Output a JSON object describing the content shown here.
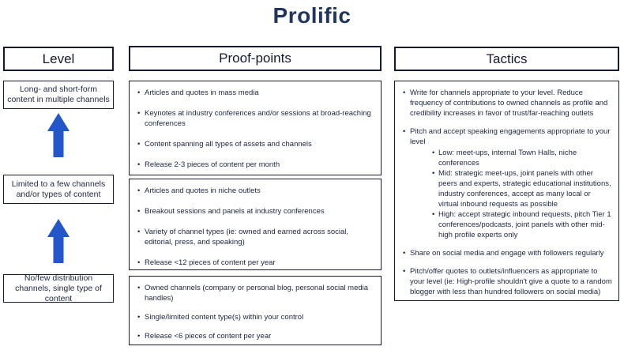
{
  "title": "Prolific",
  "colors": {
    "title_navy": "#20365f",
    "arrow_blue": "#2356c8",
    "border_dark": "#141b2d",
    "text_dark": "#1c2640"
  },
  "columns": {
    "level": {
      "header": "Level",
      "boxes": [
        "Long- and short-form content in multiple channels",
        "Limited to a few channels and/or types of content",
        "No/few distribution channels, single type of content"
      ]
    },
    "proof_points": {
      "header": "Proof-points",
      "boxes": [
        {
          "bullets": [
            "Articles and quotes in mass media",
            "Keynotes at industry conferences and/or sessions at broad-reaching conferences",
            "Content spanning all types of assets and channels",
            "Release 2-3 pieces of content per month"
          ]
        },
        {
          "bullets": [
            "Articles and quotes in niche outlets",
            "Breakout sessions and panels at industry conferences",
            "Variety of channel types (ie: owned and earned across social, editorial, press, and speaking)",
            "Release <12 pieces of content per year"
          ]
        },
        {
          "bullets": [
            "Owned channels (company or personal blog, personal social media handles)",
            "Single/limited content type(s) within your control",
            "Release <6 pieces of content per year"
          ]
        }
      ]
    },
    "tactics": {
      "header": "Tactics",
      "bullets": [
        {
          "text": "Write for channels appropriate to your level. Reduce frequency of contributions to owned channels as profile and credibility increases in favor of trust/far-reaching outlets"
        },
        {
          "text": "Pitch and accept speaking engagements appropriate to your level",
          "sub": [
            "Low: meet-ups, internal Town Halls, niche conferences",
            "Mid: strategic meet-ups, joint panels with other peers and experts, strategic educational institutions, industry conferences, accept as many local or virtual inbound requests as possible",
            "High: accept strategic inbound requests, pitch Tier 1 conferences/podcasts, joint panels with other mid-high profile experts only"
          ]
        },
        {
          "text": "Share on social media and engage with followers regularly"
        },
        {
          "text": "Pitch/offer quotes to outlets/influencers as appropriate to your level (ie: High-profile shouldn't give a quote to a random blogger with less than hundred followers on social media)"
        }
      ]
    }
  }
}
